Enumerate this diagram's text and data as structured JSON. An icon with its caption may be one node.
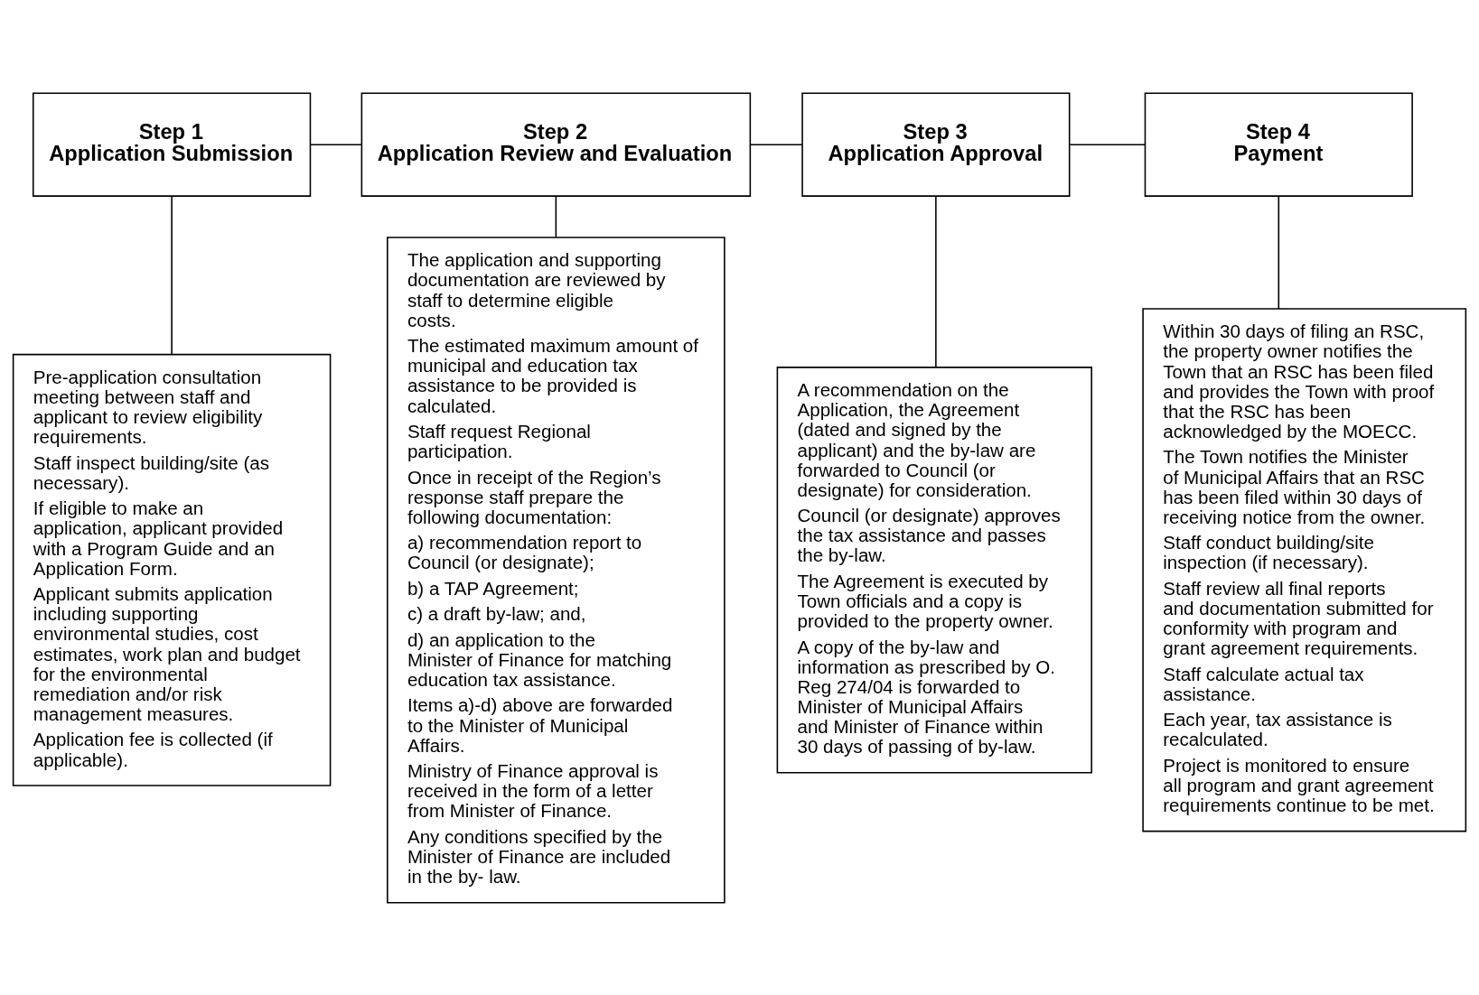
{
  "diagram": {
    "nodes": [
      {
        "text": [
          "Step 1",
          "Application Submission"
        ]
      },
      {
        "text": [
          "Step 2",
          "Application Review and Evaluation"
        ]
      },
      {
        "text": [
          "Step 3",
          "Application Approval"
        ]
      },
      {
        "text": [
          "Step 4",
          "Payment"
        ]
      },
      {
        "text": [
          "Pre-application consultation meeting between staff and applicant to review eligibility requirements.",
          "Staff inspect building/site (as necessary).",
          "If eligible to make an application, applicant provided with a Program Guide and an Application Form.",
          "Applicant submits application including supporting environmental studies, cost estimates, work plan and budget for the environmental remediation and/or risk management measures.",
          "Application fee is collected (if applicable)."
        ]
      },
      {
        "text": [
          "The application and supporting documentation are reviewed by staff to determine eligible costs.",
          "The estimated maximum amount of municipal and education tax assistance to be provided is calculated.",
          "Staff request Regional participation.",
          "Once in receipt of the Region’s response staff prepare the following documentation:",
          "a) recommendation report to Council (or designate);",
          "b) a TAP Agreement;",
          "c) a draft by-law; and,",
          "d) an application to the Minister of Finance for matching education tax assistance.",
          "Items a)-d) above are forwarded to the Minister of Municipal Affairs.",
          "Ministry of Finance approval is received in the form of a letter from Minister of Finance.",
          "Any conditions specified by the Minister of Finance are included in the by- law."
        ]
      },
      {
        "text": [
          "A recommendation on the Application, the Agreement (dated and signed by the applicant) and the by-law are forwarded to Council (or designate) for consideration.",
          "Council (or designate) approves the tax assistance and passes the by-law.",
          "The Agreement is executed by Town officials and a copy is provided to the property owner.",
          "A copy of the by-law and information as prescribed by O. Reg 274/04 is forwarded to Minister of Municipal Affairs and Minister of Finance within 30 days of passing of by-law."
        ]
      },
      {
        "text": [
          "Within 30 days of filing an RSC, the property owner notifies the Town that an RSC has been filed and provides the Town with proof that the RSC has been acknowledged by the MOECC.",
          "The Town notifies the Minister of Municipal Affairs that an RSC has been filed within 30 days of receiving notice from the owner.",
          "Staff conduct building/site inspection (if necessary).",
          "Staff review all final reports and documentation submitted for conformity with program and grant agreement requirements.",
          "Staff calculate actual tax assistance.",
          "Each year, tax assistance is recalculated.",
          "Project is monitored to ensure all program and grant agreement requirements continue to be met."
        ]
      }
    ],
    "edges": [
      {
        "from": 0,
        "to": 1,
        "arrow": "none"
      },
      {
        "from": 1,
        "to": 2,
        "arrow": "none"
      },
      {
        "from": 2,
        "to": 3,
        "arrow": "none"
      },
      {
        "from": 0,
        "to": 4,
        "arrow": "none"
      },
      {
        "from": 1,
        "to": 5,
        "arrow": "none"
      },
      {
        "from": 2,
        "to": 6,
        "arrow": "none"
      },
      {
        "from": 3,
        "to": 7,
        "arrow": "none"
      }
    ]
  }
}
